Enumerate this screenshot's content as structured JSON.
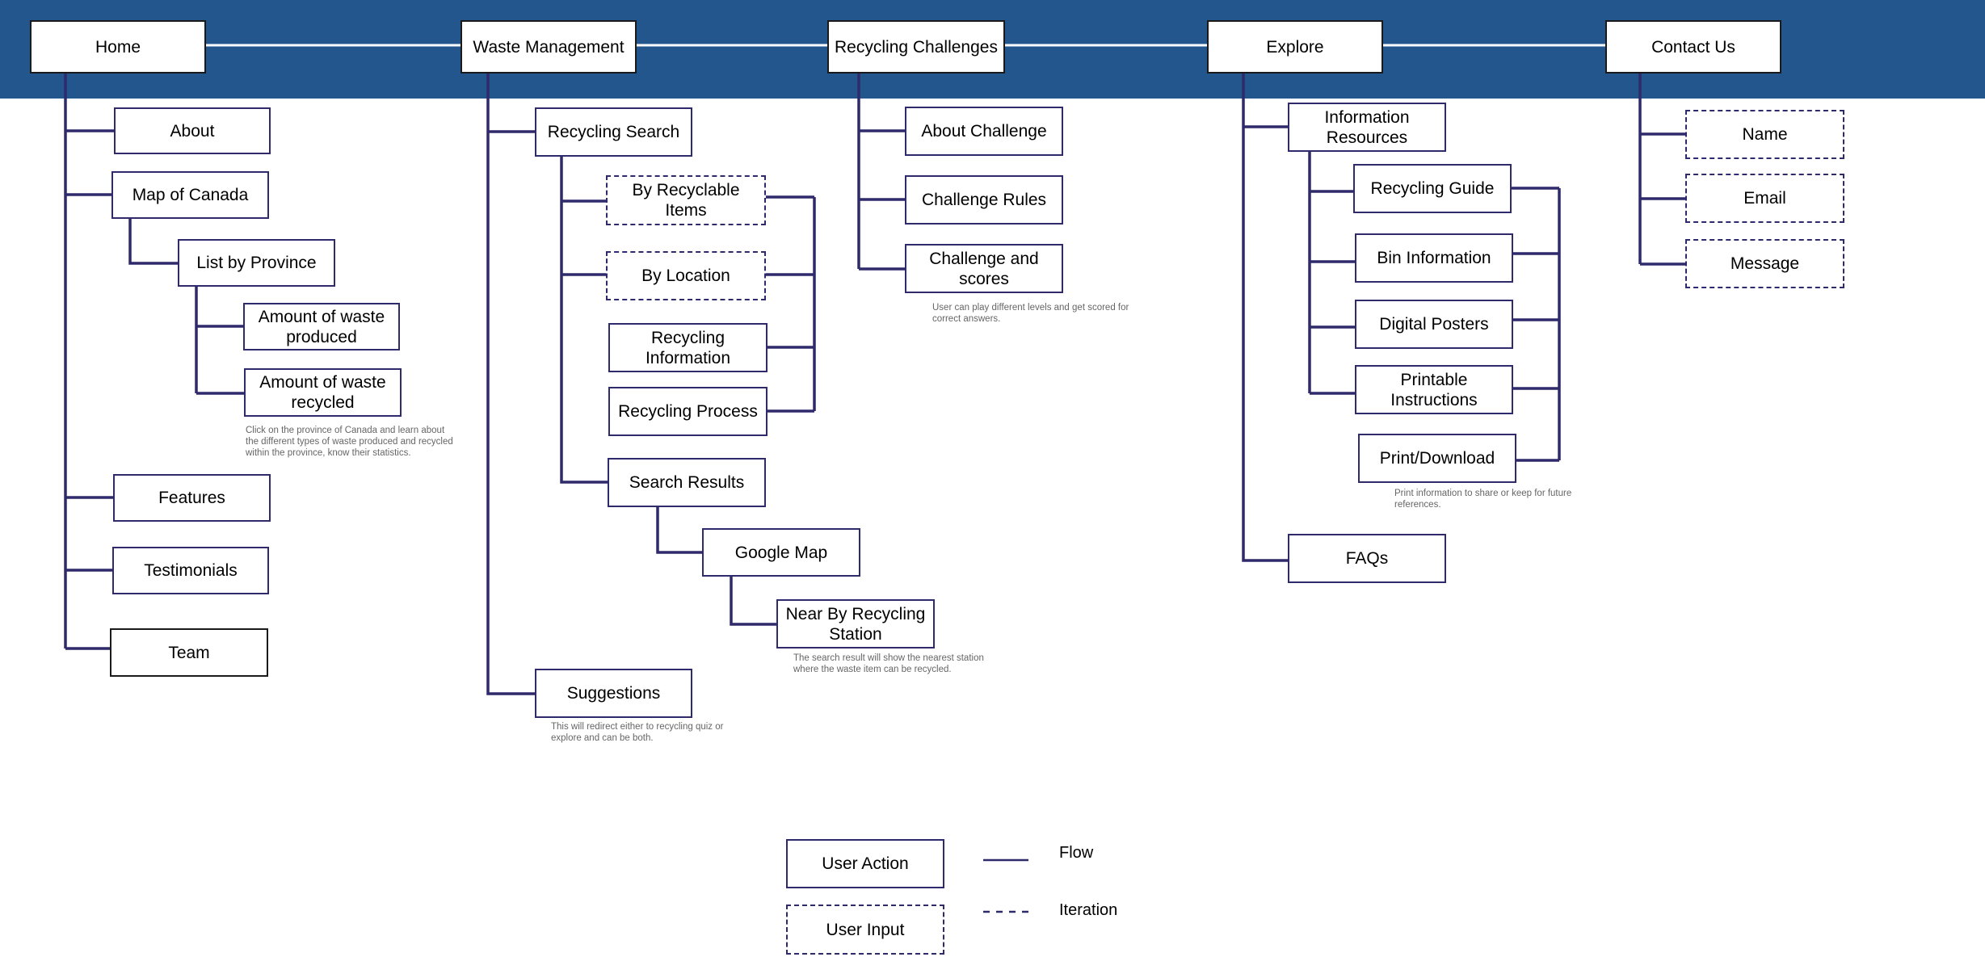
{
  "nav": {
    "home": "Home",
    "waste": "Waste Management",
    "challenges": "Recycling Challenges",
    "explore": "Explore",
    "contact": "Contact Us"
  },
  "home": {
    "about": "About",
    "map": "Map of Canada",
    "list_by_province": "List by Province",
    "amount_produced": "Amount of waste produced",
    "amount_recycled": "Amount of waste recycled",
    "map_note": "Click on the province of Canada and learn about the different types of waste produced and recycled within the province, know their statistics.",
    "features": "Features",
    "testimonials": "Testimonials",
    "team": "Team"
  },
  "waste": {
    "recycling_search": "Recycling Search",
    "by_items": "By Recyclable Items",
    "by_location": "By Location",
    "recycling_info": "Recycling Information",
    "recycling_process": "Recycling Process",
    "search_results": "Search Results",
    "google_map": "Google Map",
    "near_by": "Near By Recycling Station",
    "near_note": "The search result will show the nearest station where the waste item can be recycled.",
    "suggestions": "Suggestions",
    "suggestions_note": "This will redirect either to recycling quiz or explore and can be both."
  },
  "challenges": {
    "about_challenge": "About Challenge",
    "rules": "Challenge Rules",
    "scores": "Challenge and scores",
    "note": "User can play different levels and get scored for correct answers."
  },
  "explore": {
    "info_resources": "Information Resources",
    "guide": "Recycling Guide",
    "bin": "Bin Information",
    "posters": "Digital Posters",
    "printable": "Printable Instructions",
    "print_download": "Print/Download",
    "print_note": "Print information to share or keep for future references.",
    "faqs": "FAQs"
  },
  "contact": {
    "name": "Name",
    "email": "Email",
    "message": "Message"
  },
  "legend": {
    "user_action": "User Action",
    "user_input": "User Input",
    "flow": "Flow",
    "iteration": "Iteration"
  },
  "colors": {
    "banner": "#23568d",
    "line": "#2f2a6b"
  }
}
